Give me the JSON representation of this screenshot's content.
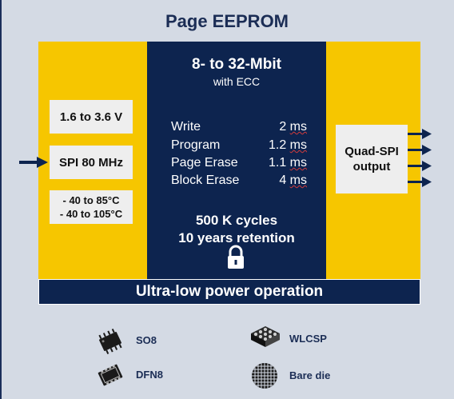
{
  "title": "Page EEPROM",
  "left_boxes": {
    "voltage": "1.6 to 3.6 V",
    "spi": "SPI 80 MHz",
    "temp_line1": "- 40 to 85°C",
    "temp_line2": "- 40 to 105°C"
  },
  "middle": {
    "density": "8- to 32-Mbit",
    "ecc": "with ECC",
    "specs": [
      {
        "name": "Write",
        "value": "2",
        "unit": "ms"
      },
      {
        "name": "Program",
        "value": "1.2",
        "unit": "ms"
      },
      {
        "name": "Page Erase",
        "value": "1.1",
        "unit": "ms"
      },
      {
        "name": "Block Erase",
        "value": "4",
        "unit": "ms"
      }
    ],
    "cycles": "500 K cycles",
    "retention": "10 years retention",
    "lock_icon": "padlock-icon"
  },
  "right_box": {
    "line1": "Quad-SPI",
    "line2": "output"
  },
  "footer_bar": "Ultra-low power operation",
  "packages": [
    {
      "label": "SO8",
      "icon": "so8-chip-icon"
    },
    {
      "label": "WLCSP",
      "icon": "wlcsp-chip-icon"
    },
    {
      "label": "DFN8",
      "icon": "dfn8-chip-icon"
    },
    {
      "label": "Bare die",
      "icon": "bare-die-icon"
    }
  ],
  "colors": {
    "navy": "#0d244f",
    "yellow": "#f6c600",
    "background": "#d4dae4",
    "box": "#eeeeee"
  }
}
